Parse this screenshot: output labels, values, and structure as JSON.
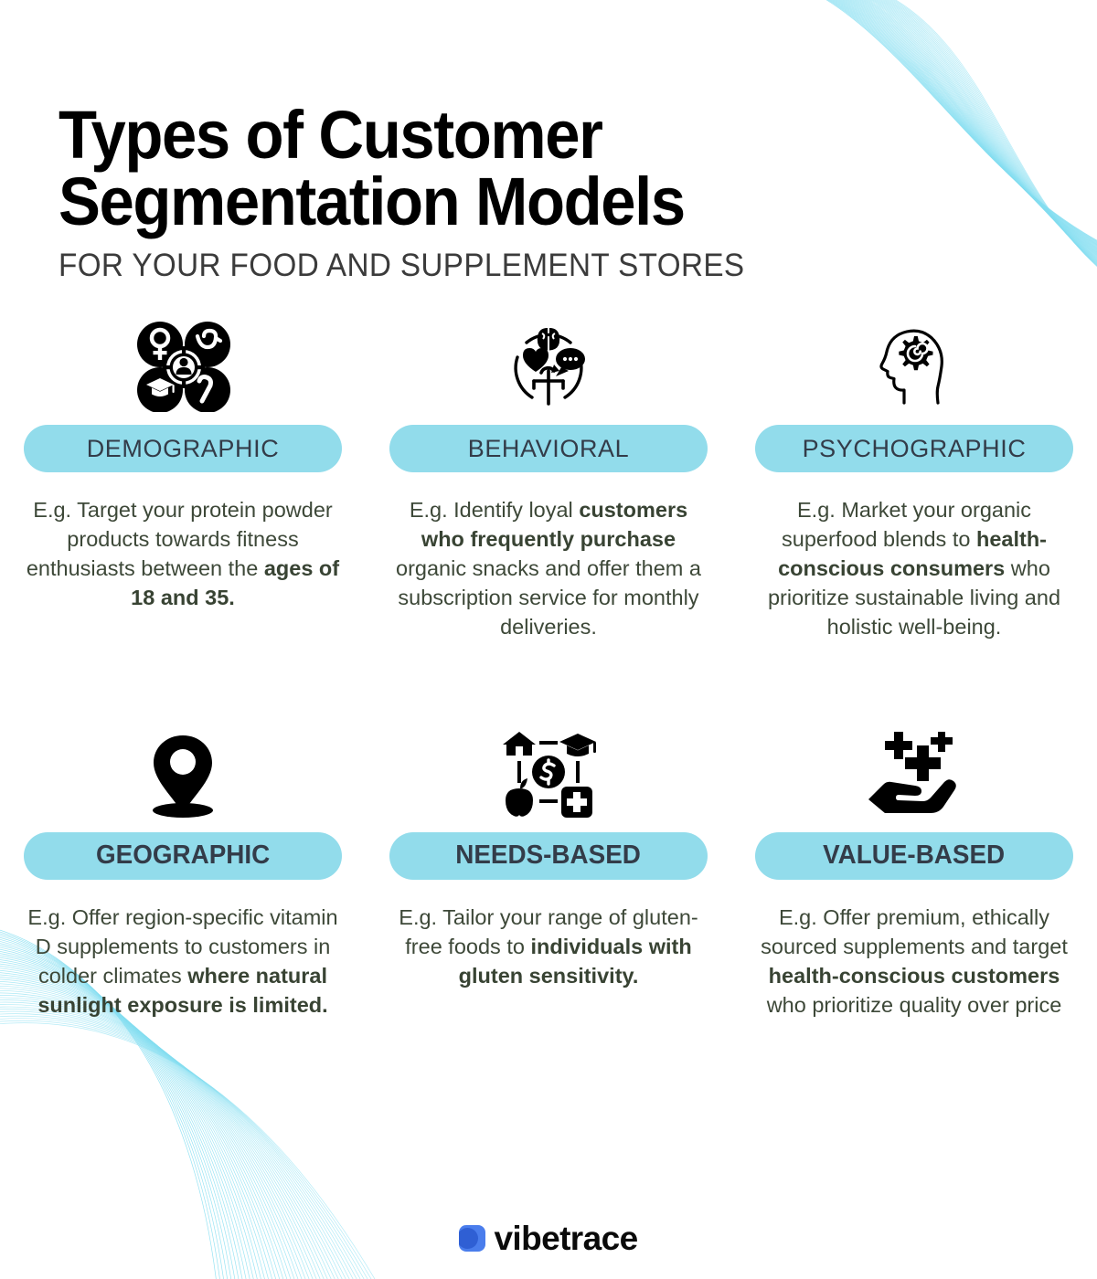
{
  "header": {
    "title": "Types of Customer\nSegmentation Models",
    "subtitle": "FOR YOUR FOOD AND SUPPLEMENT STORES"
  },
  "colors": {
    "pill_background": "#92dceb",
    "pill_text": "#333c49",
    "body_text": "#3d4838",
    "title_text": "#000000",
    "decoration": "#6fd8ee",
    "logo_blue": "#4a7dec",
    "logo_blue_dark": "#2f5fd4",
    "page_background": "#ffffff"
  },
  "cards": [
    {
      "icon": "demographic-cluster-icon",
      "label": "DEMOGRAPHIC",
      "description_parts": [
        {
          "text": "E.g. Target your protein powder products towards fitness enthusiasts between the ",
          "bold": false
        },
        {
          "text": "ages of 18 and 35.",
          "bold": true
        }
      ]
    },
    {
      "icon": "behavioral-circle-icon",
      "label": "BEHAVIORAL",
      "description_parts": [
        {
          "text": "E.g. Identify loyal ",
          "bold": false
        },
        {
          "text": "customers who frequently purchase",
          "bold": true
        },
        {
          "text": " organic snacks and offer them a subscription service for monthly deliveries.",
          "bold": false
        }
      ]
    },
    {
      "icon": "psychographic-head-gear-icon",
      "label": "PSYCHOGRAPHIC",
      "description_parts": [
        {
          "text": "E.g. Market your organic superfood blends to ",
          "bold": false
        },
        {
          "text": "health-conscious consumers",
          "bold": true
        },
        {
          "text": " who prioritize sustainable living and holistic well-being.",
          "bold": false
        }
      ]
    },
    {
      "icon": "geographic-map-pin-icon",
      "label": "GEOGRAPHIC",
      "description_parts": [
        {
          "text": "E.g. Offer region-specific vitamin D supplements to customers in colder climates ",
          "bold": false
        },
        {
          "text": "where natural sunlight exposure is limited.",
          "bold": true
        }
      ]
    },
    {
      "icon": "needs-based-network-icon",
      "label": "NEEDS-BASED",
      "description_parts": [
        {
          "text": "E.g. Tailor your range of gluten-free foods to ",
          "bold": false
        },
        {
          "text": "individuals with gluten sensitivity.",
          "bold": true
        }
      ]
    },
    {
      "icon": "value-based-hand-icon",
      "label": "VALUE-BASED",
      "description_parts": [
        {
          "text": "E.g. Offer premium, ethically sourced supplements and target ",
          "bold": false
        },
        {
          "text": "health-conscious customers",
          "bold": true
        },
        {
          "text": " who prioritize quality over price",
          "bold": false
        }
      ]
    }
  ],
  "footer": {
    "logo_text": "vibetrace"
  }
}
